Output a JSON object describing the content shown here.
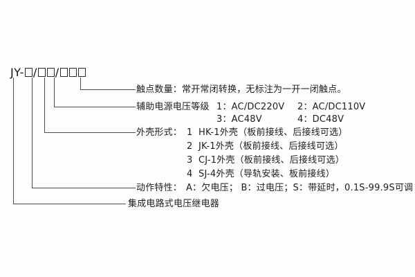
{
  "model": {
    "code": "JY-□/□□/□□□"
  },
  "contacts": {
    "text": "触点数量：常开常闭转换，无标注为一开一闭触点。"
  },
  "aux_power": {
    "label": "辅助电源电压等级",
    "opt1": "1：AC/DC220V",
    "opt2": "2：AC/DC110V",
    "opt3": "3：AC48V",
    "opt4": "4：DC48V"
  },
  "case_type": {
    "label": "外壳形式：",
    "options": [
      {
        "num": "1",
        "text": "HK-1外壳（板前接线、后接线可选）"
      },
      {
        "num": "2",
        "text": "JK-1外壳（板前接线、后接线可选）"
      },
      {
        "num": "3",
        "text": "CJ-1外壳（板前接线、后接线可选）"
      },
      {
        "num": "4",
        "text": "SJ-4外壳（导轨安装、板前接线）"
      }
    ]
  },
  "action": {
    "label": "动作特性：",
    "text": "A：欠电压；  B：过电压；S：带延时，0.1S-99.9S可调"
  },
  "product": {
    "label": "集成电路式电压继电器"
  }
}
